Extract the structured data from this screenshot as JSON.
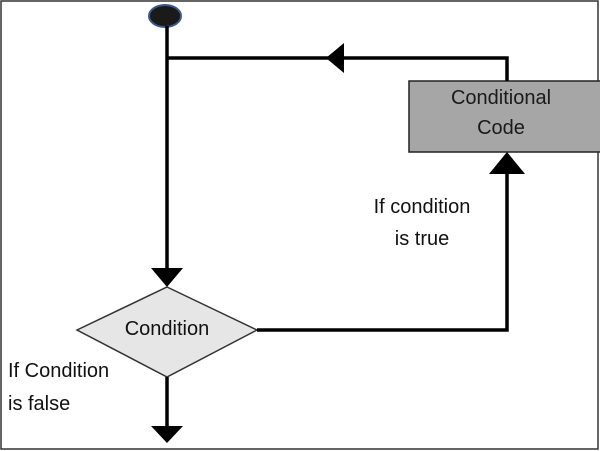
{
  "diagram": {
    "start_node": {
      "shape": "filled-circle",
      "color": "#1a1a1a",
      "outline": "#3c5a8a"
    },
    "decision": {
      "label": "Condition",
      "fill": "#e6e6e6"
    },
    "process": {
      "label_line1": "Conditional",
      "label_line2": "Code",
      "fill": "#a6a6a6"
    },
    "true_branch": {
      "line1": "If condition",
      "line2": "is true"
    },
    "false_branch": {
      "line1": "If Condition",
      "line2": "is false"
    },
    "colors": {
      "line": "#000000",
      "border": "#333333"
    }
  }
}
